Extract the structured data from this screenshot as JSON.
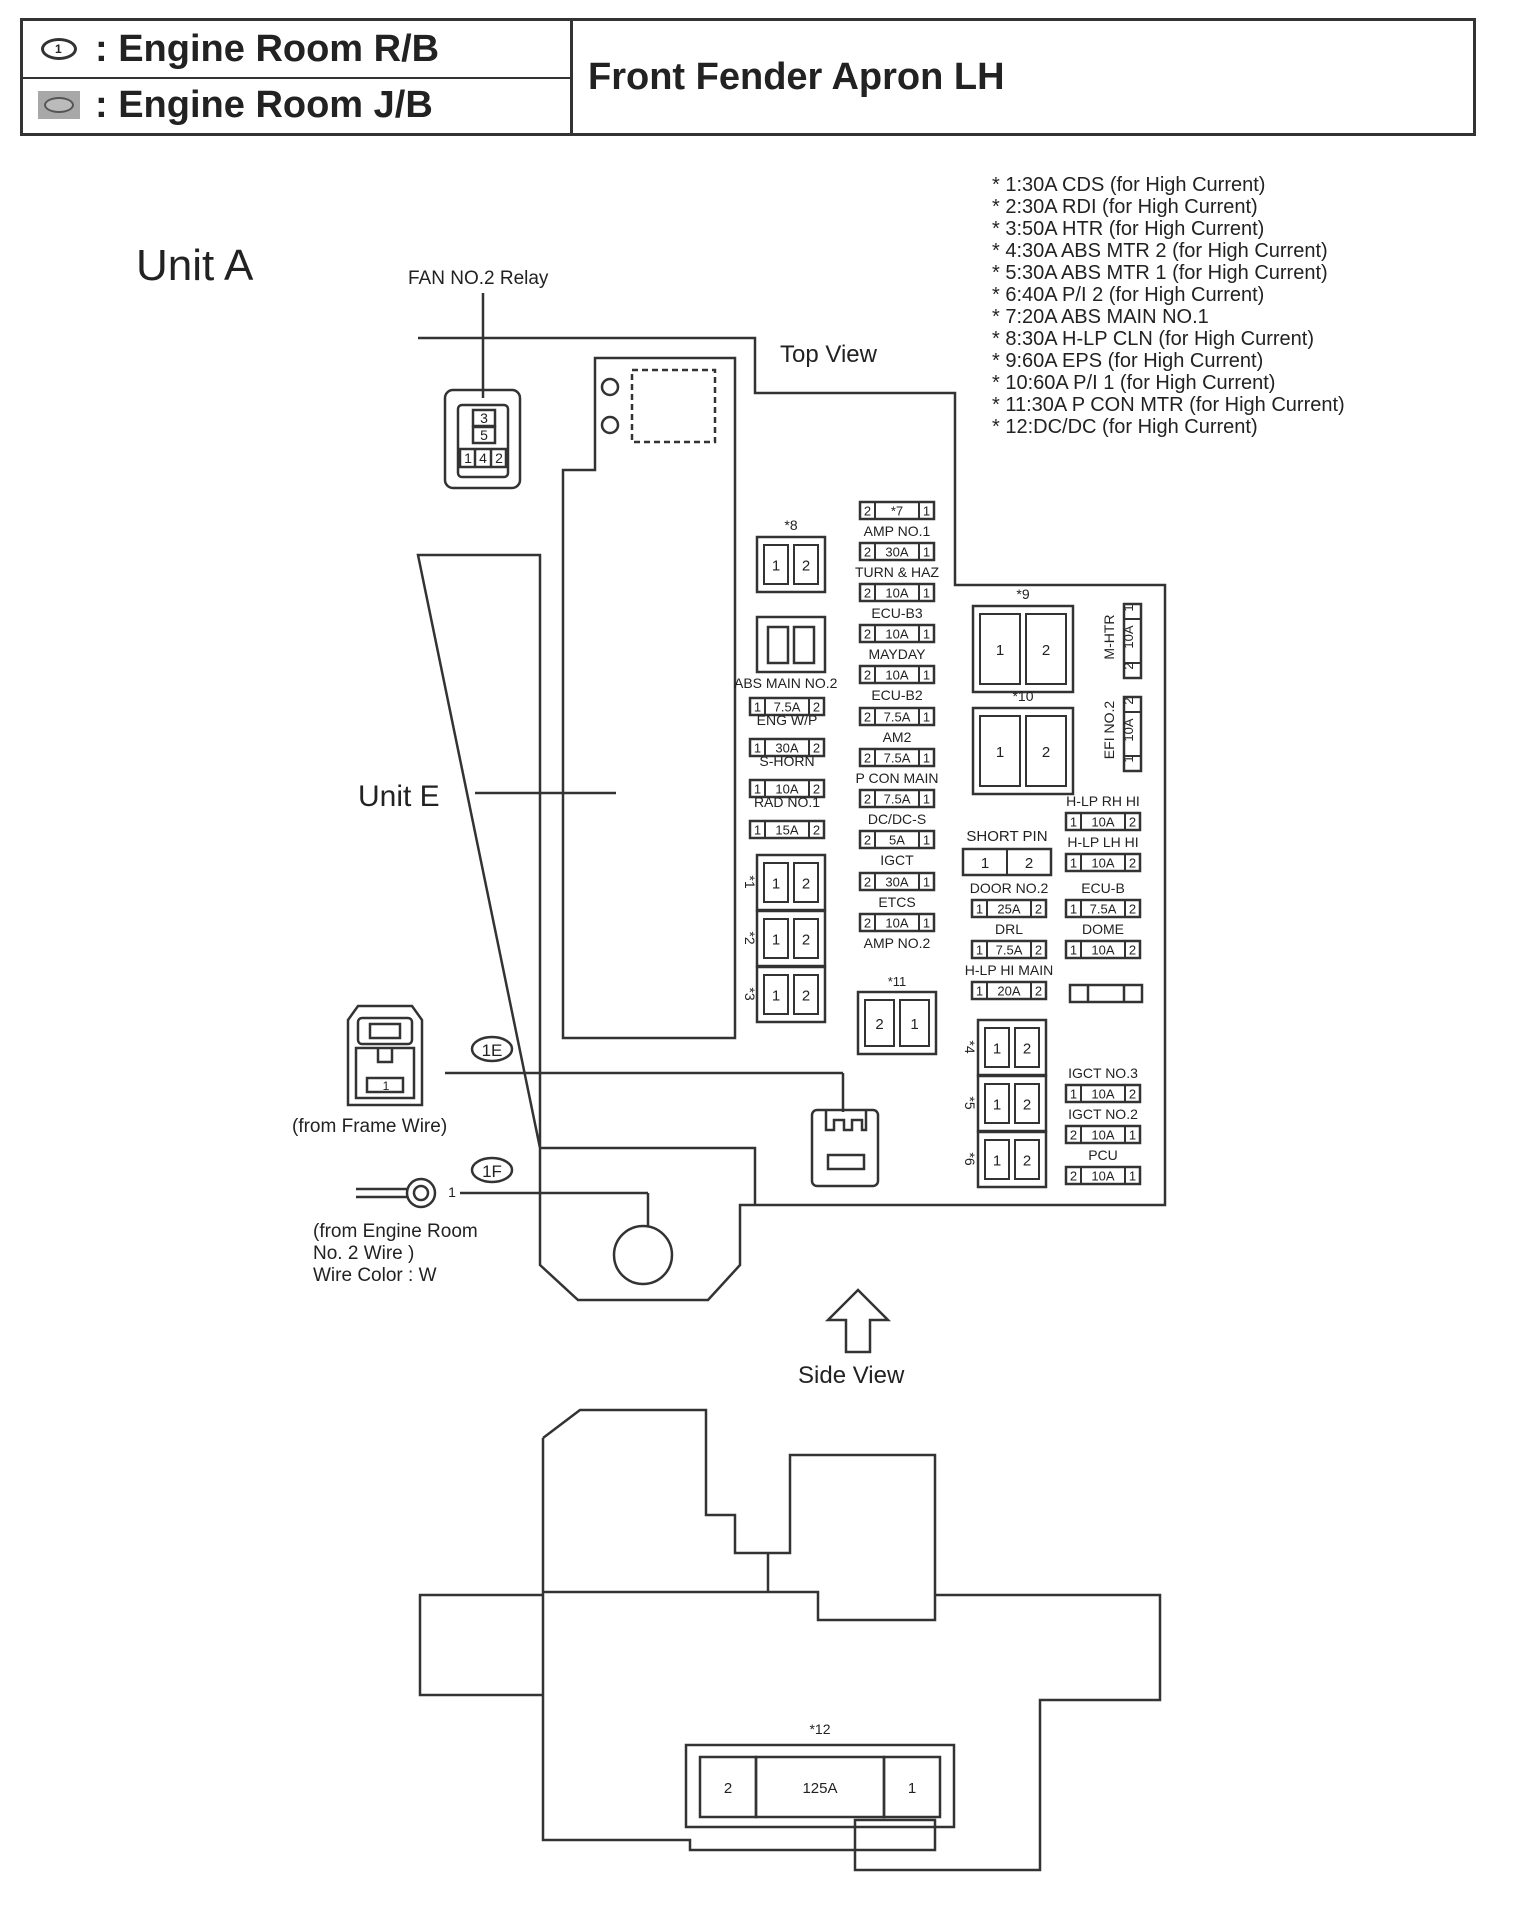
{
  "header": {
    "legend_rb_icon": "1",
    "legend_rb_label": ": Engine Room R/B",
    "legend_jb_label": ": Engine Room J/B",
    "title": "Front Fender Apron LH"
  },
  "notes": [
    "* 1:30A CDS (for High Current)",
    "* 2:30A RDI (for High Current)",
    "* 3:50A HTR (for High Current)",
    "* 4:30A ABS MTR 2 (for High Current)",
    "* 5:30A ABS MTR 1 (for High Current)",
    "* 6:40A P/I 2 (for High Current)",
    "* 7:20A ABS MAIN NO.1",
    "* 8:30A H-LP CLN (for High Current)",
    "* 9:60A EPS (for High Current)",
    "* 10:60A P/I 1 (for High Current)",
    "* 11:30A P CON MTR (for High Current)",
    "* 12:DC/DC (for High Current)"
  ],
  "diagram": {
    "unit_a": "Unit A",
    "unit_e": "Unit E",
    "top_view": "Top View",
    "side_view": "Side View",
    "fan_relay": "FAN NO.2 Relay",
    "relay_pins": [
      "3",
      "5",
      "1",
      "4",
      "2"
    ],
    "connector_1e": "1E",
    "connector_1f": "1F",
    "frame_wire": "(from Frame Wire)",
    "frame_pin": "1",
    "engine_wire_1": "(from Engine Room",
    "engine_wire_2": "No. 2 Wire )",
    "engine_wire_3": "Wire Color : W",
    "engine_pin": "1",
    "abs_main_no2": "ABS MAIN NO.2",
    "dcdc": {
      "label": "*12",
      "left": "2",
      "center": "125A",
      "right": "1"
    }
  },
  "left_column_fuses": [
    {
      "label": "ENG W/P",
      "left": "1",
      "amp": "7.5A",
      "right": "2"
    },
    {
      "label": "S-HORN",
      "left": "1",
      "amp": "30A",
      "right": "2"
    },
    {
      "label": "RAD NO.1",
      "left": "1",
      "amp": "10A",
      "right": "2"
    },
    {
      "label": "",
      "left": "1",
      "amp": "15A",
      "right": "2"
    }
  ],
  "center_column_fuses": [
    {
      "label": "AMP NO.1",
      "left": "2",
      "amp": "*7",
      "right": "1"
    },
    {
      "label": "TURN & HAZ",
      "left": "2",
      "amp": "30A",
      "right": "1"
    },
    {
      "label": "ECU-B3",
      "left": "2",
      "amp": "10A",
      "right": "1"
    },
    {
      "label": "MAYDAY",
      "left": "2",
      "amp": "10A",
      "right": "1"
    },
    {
      "label": "ECU-B2",
      "left": "2",
      "amp": "10A",
      "right": "1"
    },
    {
      "label": "AM2",
      "left": "2",
      "amp": "7.5A",
      "right": "1"
    },
    {
      "label": "P CON MAIN",
      "left": "2",
      "amp": "7.5A",
      "right": "1"
    },
    {
      "label": "DC/DC-S",
      "left": "2",
      "amp": "7.5A",
      "right": "1"
    },
    {
      "label": "IGCT",
      "left": "2",
      "amp": "5A",
      "right": "1"
    },
    {
      "label": "ETCS",
      "left": "2",
      "amp": "30A",
      "right": "1"
    },
    {
      "label": "AMP NO.2",
      "left": "2",
      "amp": "10A",
      "right": "1"
    },
    {
      "label": "*11",
      "left": "2",
      "amp": "30A",
      "right": "1"
    }
  ],
  "right_area_fuses": [
    {
      "label": "H-LP RH HI",
      "left": "1",
      "amp": "10A",
      "right": "2"
    },
    {
      "label": "H-LP LH HI",
      "left": "1",
      "amp": "10A",
      "right": "2"
    },
    {
      "label": "ECU-B",
      "left": "1",
      "amp": "7.5A",
      "right": "2"
    },
    {
      "label": "DOME",
      "left": "1",
      "amp": "10A",
      "right": "2"
    },
    {
      "label": "DOOR NO.2",
      "left": "1",
      "amp": "25A",
      "right": "2"
    },
    {
      "label": "DRL",
      "left": "1",
      "amp": "7.5A",
      "right": "2"
    },
    {
      "label": "H-LP HI MAIN",
      "left": "1",
      "amp": "20A",
      "right": "2"
    },
    {
      "label": "IGCT NO.3",
      "left": "1",
      "amp": "10A",
      "right": "2"
    },
    {
      "label": "IGCT NO.2",
      "left": "2",
      "amp": "10A",
      "right": "1"
    },
    {
      "label": "PCU",
      "left": "2",
      "amp": "10A",
      "right": "1"
    }
  ],
  "vertical_fuses": [
    {
      "label": "M-HTR",
      "left": "2",
      "amp": "10A",
      "right": "1"
    },
    {
      "label": "EFI NO.2",
      "left": "1",
      "amp": "10A",
      "right": "2"
    }
  ],
  "large_fuses": [
    {
      "label": "*8",
      "left": "1",
      "right": "2"
    },
    {
      "label": "*1",
      "left": "1",
      "right": "2"
    },
    {
      "label": "*2",
      "left": "1",
      "right": "2"
    },
    {
      "label": "*3",
      "left": "1",
      "right": "2"
    },
    {
      "label": "*9",
      "left": "1",
      "right": "2"
    },
    {
      "label": "*10",
      "left": "1",
      "right": "2"
    },
    {
      "label": "*4",
      "left": "1",
      "right": "2"
    },
    {
      "label": "*5",
      "left": "1",
      "right": "2"
    },
    {
      "label": "*6",
      "left": "1",
      "right": "2"
    }
  ],
  "short_pin": {
    "label": "SHORT PIN",
    "left": "1",
    "right": "2"
  }
}
